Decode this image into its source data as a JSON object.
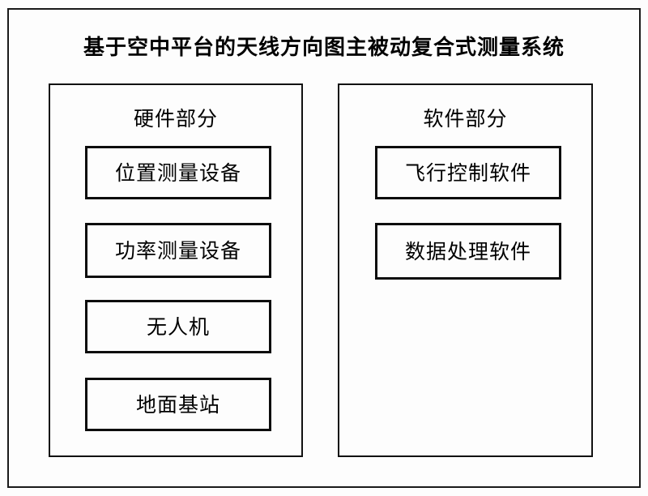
{
  "diagram": {
    "title": "基于空中平台的天线方向图主被动复合式测量系统",
    "colors": {
      "background": "#fdfdfd",
      "border": "#111111",
      "text": "#000000"
    },
    "columns": [
      {
        "heading": "硬件部分",
        "nodes": [
          {
            "label": "位置测量设备"
          },
          {
            "label": "功率测量设备"
          },
          {
            "label": "无人机"
          },
          {
            "label": "地面基站"
          }
        ]
      },
      {
        "heading": "软件部分",
        "nodes": [
          {
            "label": "飞行控制软件"
          },
          {
            "label": "数据处理软件"
          }
        ]
      }
    ]
  }
}
